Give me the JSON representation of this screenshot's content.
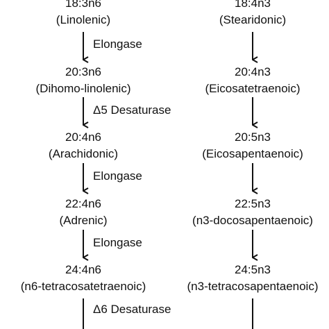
{
  "left_column": {
    "nodes": [
      {
        "formula": "18:3n6",
        "name": "(Linolenic)"
      },
      {
        "formula": "20:3n6",
        "name": "(Dihomo-linolenic)"
      },
      {
        "formula": "20:4n6",
        "name": "(Arachidonic)"
      },
      {
        "formula": "22:4n6",
        "name": "(Adrenic)"
      },
      {
        "formula": "24:4n6",
        "name": "(n6-tetracosatetraenoic)"
      }
    ],
    "enzymes": [
      "Elongase",
      "Δ5 Desaturase",
      "Elongase",
      "Elongase",
      "Δ6 Desaturase"
    ]
  },
  "right_column": {
    "nodes": [
      {
        "formula": "18:4n3",
        "name": "(Stearidonic)"
      },
      {
        "formula": "20:4n3",
        "name": "(Eicosatetraenoic)"
      },
      {
        "formula": "20:5n3",
        "name": "(Eicosapentaenoic)"
      },
      {
        "formula": "22:5n3",
        "name": "(n3-docosapentaenoic)"
      },
      {
        "formula": "24:5n3",
        "name": "(n3-tetracosapentaenoic)"
      }
    ]
  }
}
